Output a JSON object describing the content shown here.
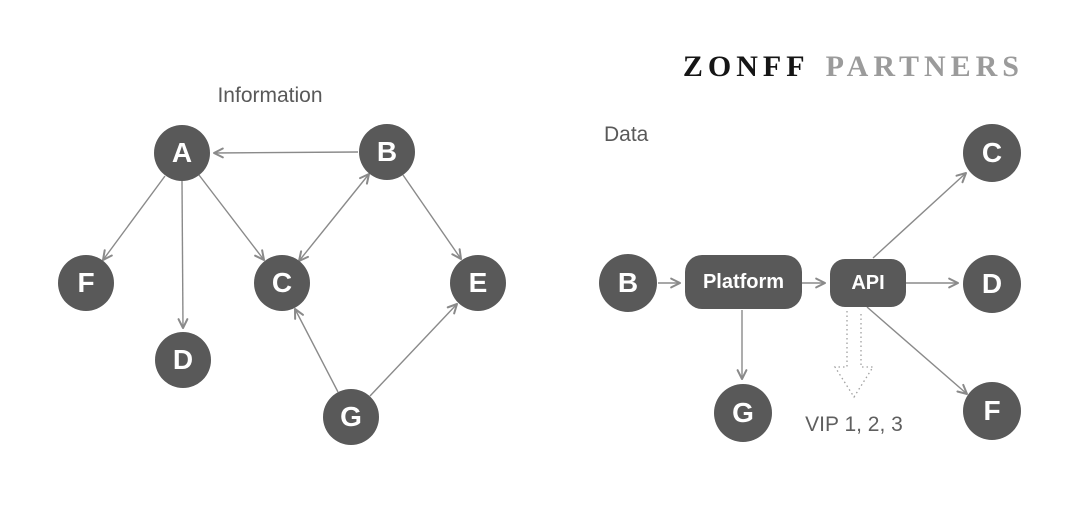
{
  "logo": {
    "word1": "ZONFF",
    "word2": "PARTNERS"
  },
  "colors": {
    "background": "#ffffff",
    "node_fill": "#595959",
    "node_text": "#ffffff",
    "arrow": "#8a8a8a",
    "dotted_arrow": "#a0a0a0",
    "label_text": "#595959",
    "logo_word1": "#151515",
    "logo_word2": "#9b9b9b"
  },
  "left_diagram": {
    "title": "Information",
    "nodes": [
      {
        "id": "A",
        "label": "A"
      },
      {
        "id": "B",
        "label": "B"
      },
      {
        "id": "C",
        "label": "C"
      },
      {
        "id": "D",
        "label": "D"
      },
      {
        "id": "E",
        "label": "E"
      },
      {
        "id": "F",
        "label": "F"
      },
      {
        "id": "G",
        "label": "G"
      }
    ],
    "edges": [
      "B→A",
      "A→F",
      "A→D",
      "A→C",
      "C↔B",
      "B→E",
      "G→C",
      "G→E"
    ]
  },
  "right_diagram": {
    "title": "Data",
    "nodes": [
      {
        "id": "B",
        "label": "B"
      },
      {
        "id": "C",
        "label": "C"
      },
      {
        "id": "D",
        "label": "D"
      },
      {
        "id": "F",
        "label": "F"
      },
      {
        "id": "G",
        "label": "G"
      }
    ],
    "boxes": [
      {
        "id": "platform",
        "label": "Platform"
      },
      {
        "id": "api",
        "label": "API"
      }
    ],
    "vip_label": "VIP 1, 2, 3",
    "edges": [
      "B→Platform",
      "Platform→API",
      "Platform→G",
      "API→C",
      "API→D",
      "API→F",
      "API⇢VIP 1, 2, 3 (dotted)"
    ]
  }
}
